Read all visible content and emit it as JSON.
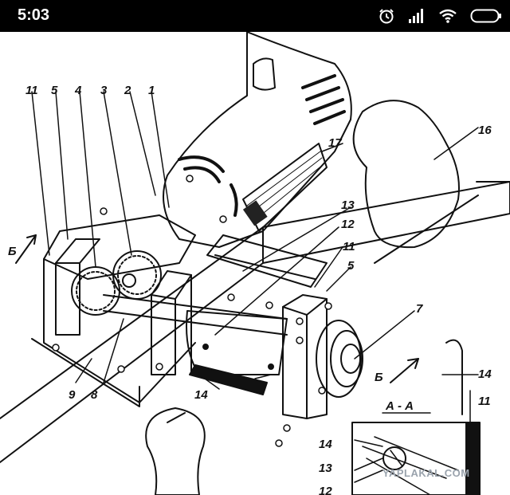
{
  "status_bar": {
    "time": "5:03",
    "icons": [
      "alarm-clock-icon",
      "cell-signal-icon",
      "wifi-icon",
      "battery-icon"
    ]
  },
  "drawing": {
    "part_labels": [
      "11",
      "5",
      "4",
      "3",
      "2",
      "1",
      "17",
      "16",
      "13",
      "12",
      "11",
      "5",
      "7",
      "14",
      "14",
      "11",
      "9",
      "8",
      "14",
      "13",
      "12"
    ],
    "section_marks": [
      "Б",
      "Б"
    ],
    "section_view_title": "А - А",
    "watermark": "YAPLAKAL.COM"
  }
}
